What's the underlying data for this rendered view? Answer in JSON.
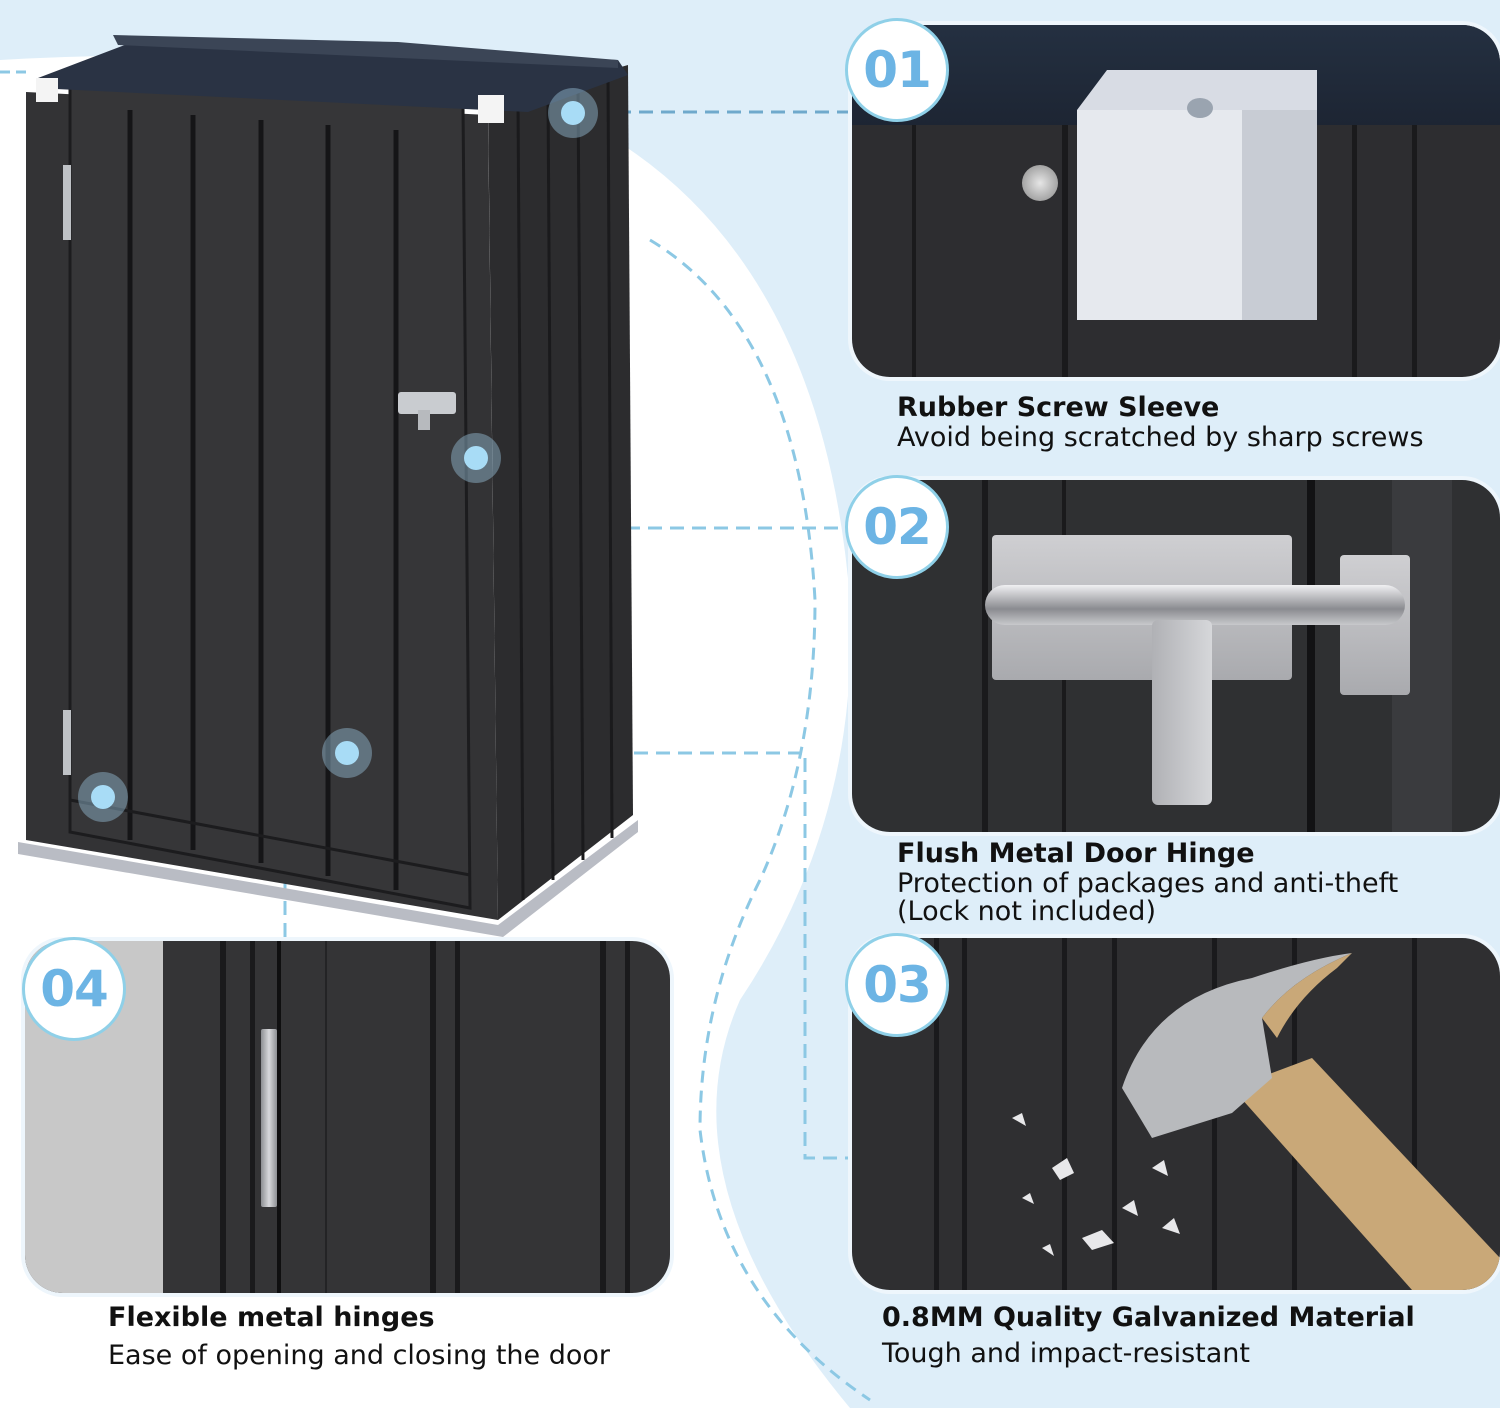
{
  "features": [
    {
      "number": "01",
      "title": "Rubber Screw Sleeve",
      "description": [
        "Avoid being scratched by sharp screws"
      ],
      "image": "rubber-screw-sleeve-closeup"
    },
    {
      "number": "02",
      "title": "Flush Metal Door Hinge",
      "description": [
        "Protection of packages and anti-theft",
        "(Lock not included)"
      ],
      "image": "door-latch-closeup"
    },
    {
      "number": "03",
      "title": "0.8MM Quality Galvanized Material",
      "description": [
        "Tough and impact-resistant"
      ],
      "image": "hammer-impact-closeup"
    },
    {
      "number": "04",
      "title": "Flexible metal hinges",
      "description": [
        "Ease of opening and closing the door"
      ],
      "image": "door-hinge-closeup"
    }
  ],
  "product": {
    "name": "metal-storage-shed",
    "color": "#2e2e30",
    "accent": "#6cb4e4",
    "background": "#deeef9"
  }
}
